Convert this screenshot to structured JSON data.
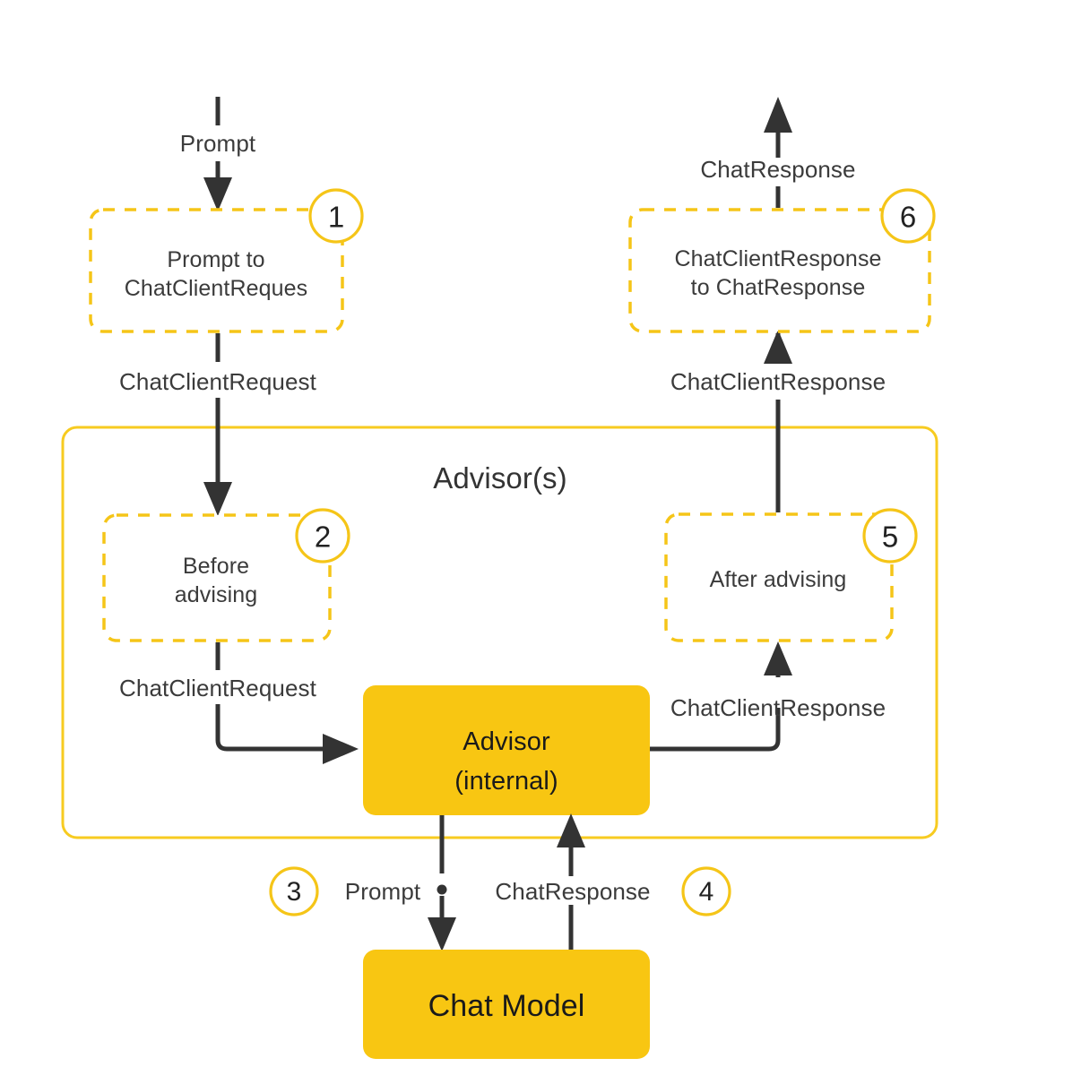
{
  "diagram": {
    "title": "Spring AI Advisor Chain Flow",
    "colors": {
      "accent_yellow": "#F5C518",
      "box_fill": "#F8C612",
      "line_dark": "#333333",
      "background": "#FFFFFF"
    },
    "group": {
      "label": "Advisor(s)"
    },
    "solid_nodes": [
      {
        "id": "advisor-internal",
        "line1": "Advisor",
        "line2": "(internal)"
      },
      {
        "id": "chat-model",
        "line1": "Chat Model"
      }
    ],
    "steps": [
      {
        "number": "1",
        "line1": "Prompt to",
        "line2": "ChatClientReques"
      },
      {
        "number": "2",
        "line1": "Before",
        "line2": "advising"
      },
      {
        "number": "3",
        "line1": "",
        "line2": ""
      },
      {
        "number": "4",
        "line1": "",
        "line2": ""
      },
      {
        "number": "5",
        "line1": "After advising",
        "line2": ""
      },
      {
        "number": "6",
        "line1": "ChatClientResponse",
        "line2": "to ChatResponse"
      }
    ],
    "edge_labels": [
      {
        "id": "in-prompt",
        "text": "Prompt"
      },
      {
        "id": "out-chatresponse",
        "text": "ChatResponse"
      },
      {
        "id": "req-to-advisors",
        "text": "ChatClientRequest"
      },
      {
        "id": "resp-from-advisors",
        "text": "ChatClientResponse"
      },
      {
        "id": "req-to-advisor-internal",
        "text": "ChatClientRequest"
      },
      {
        "id": "resp-from-advisor-internal",
        "text": "ChatClientResponse"
      },
      {
        "id": "prompt-to-model",
        "text": "Prompt"
      },
      {
        "id": "chatresponse-from-model",
        "text": "ChatResponse"
      }
    ]
  }
}
